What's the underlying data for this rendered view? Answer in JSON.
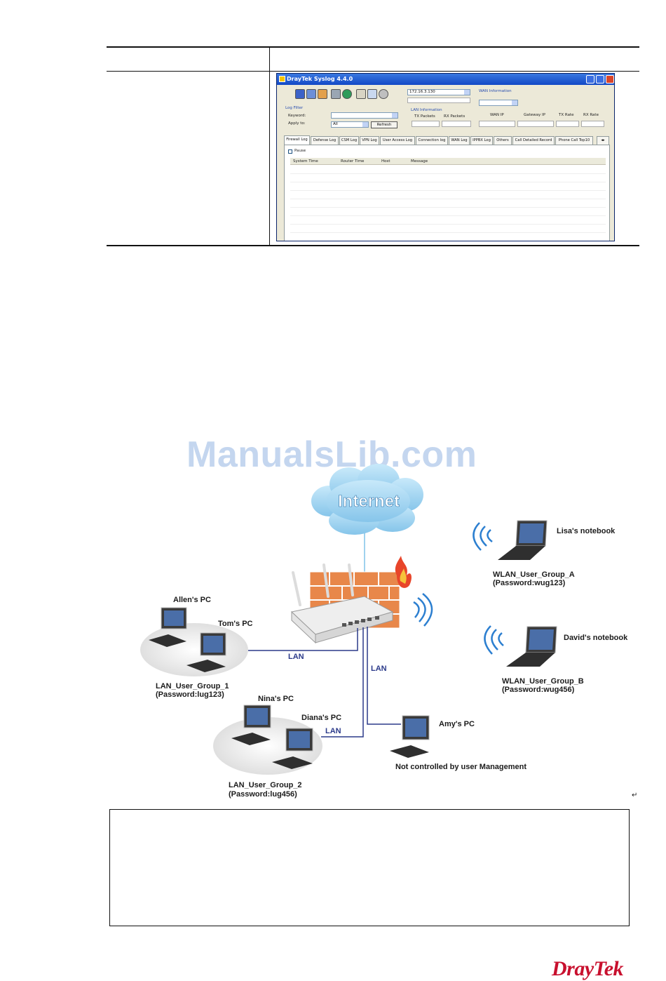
{
  "syslog_window": {
    "title": "DrayTek Syslog 4.4.0",
    "ip_value": "172.16.3.130",
    "wan_info_label": "WAN Information",
    "log_filter_label": "Log Filter",
    "keyword_label": "Keyword:",
    "apply_to_label": "Apply to:",
    "apply_to_value": "All",
    "refresh_label": "Refresh",
    "lan_info_label": "LAN Information",
    "tx_packets_label": "TX Packets",
    "rx_packets_label": "RX Packets",
    "wan_ip_label": "WAN IP",
    "gateway_ip_label": "Gateway IP",
    "tx_rate_label": "TX Rate",
    "rx_rate_label": "RX Rate",
    "tabs": [
      "Firewall Log",
      "Defense Log",
      "CSM Log",
      "VPN Log",
      "User Access Log",
      "Connection log",
      "WAN Log",
      "IPPBX Log",
      "Others",
      "Call Detailed Record",
      "Phone Call Top10"
    ],
    "pause_label": "Pause",
    "columns": [
      "System Time",
      "Router Time",
      "Host",
      "Message"
    ]
  },
  "watermark": "ManualsLib.com",
  "diagram": {
    "internet_label": "Internet",
    "lisa": "Lisa's notebook",
    "wlan_group_a": "WLAN_User_Group_A",
    "wlan_group_a_pw": "(Password:wug123)",
    "david": "David's notebook",
    "wlan_group_b": "WLAN_User_Group_B",
    "wlan_group_b_pw": "(Password:wug456)",
    "allen": "Allen's PC",
    "tom": "Tom's PC",
    "lan_group_1": "LAN_User_Group_1",
    "lan_group_1_pw": "(Password:lug123)",
    "nina": "Nina's PC",
    "diana": "Diana's PC",
    "lan_group_2": "LAN_User_Group_2",
    "lan_group_2_pw": "(Password:lug456)",
    "amy": "Amy's PC",
    "amy_note": "Not controlled by user Management",
    "lan_label": "LAN",
    "return_mark": "↵"
  },
  "logo": "DrayTek",
  "colors": {
    "cloud": "#a9d8f2",
    "lan_link": "#2b3a8a",
    "internet_link": "#7fc2e8",
    "wifi_wave": "#2c7fd0",
    "firewall_brick": "#e8874a",
    "logo_red": "#c8102e"
  }
}
